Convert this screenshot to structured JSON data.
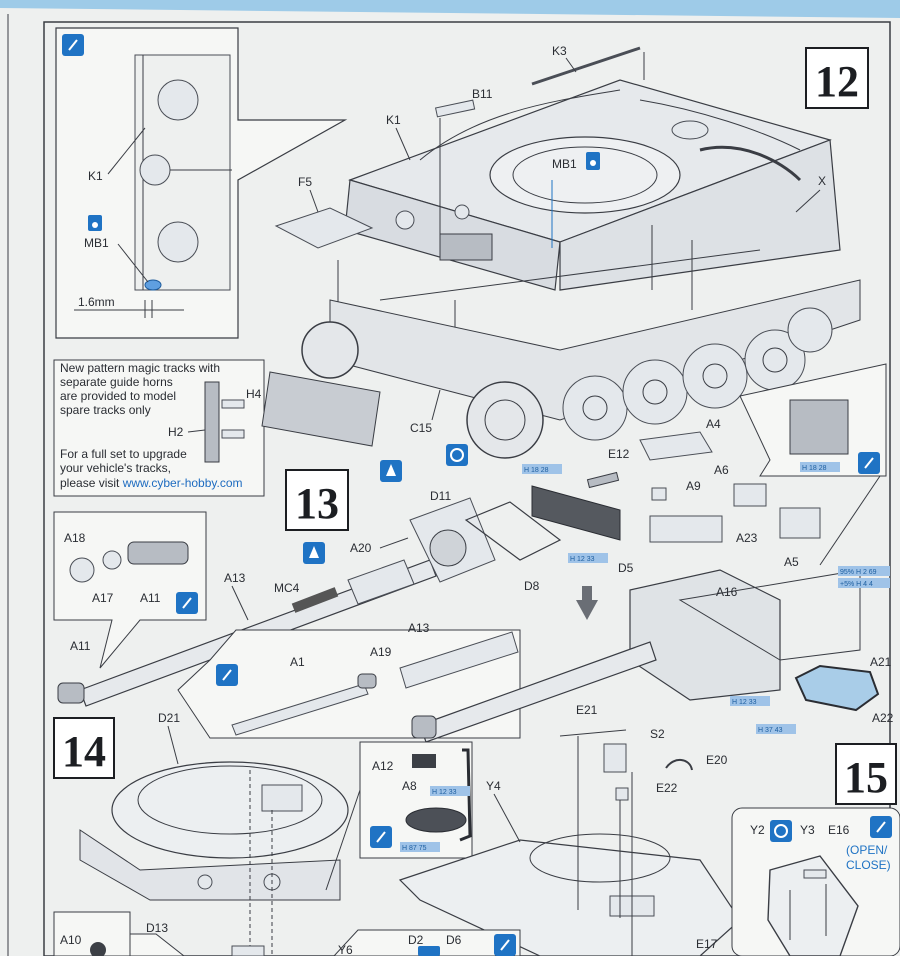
{
  "steps": {
    "s12": "12",
    "s13": "13",
    "s14": "14",
    "s15": "15"
  },
  "detail_12": {
    "k1": "K1",
    "mb1": "MB1",
    "dim": "1.6mm"
  },
  "labels_12": {
    "k3": "K3",
    "b11": "B11",
    "k1": "K1",
    "mb1": "MB1",
    "f5": "F5",
    "x": "X",
    "c15": "C15"
  },
  "tracks_note": {
    "line1": "New pattern magic tracks with",
    "line2": "separate guide horns",
    "line3": "are provided to model",
    "line4": "spare tracks only",
    "line5": "For a full set to upgrade",
    "line6": "your vehicle's tracks,",
    "line7_pre": "please visit ",
    "link": "www.cyber-hobby.com",
    "h2": "H2",
    "h4": "H4"
  },
  "labels_13": {
    "a4": "A4",
    "e12": "E12",
    "a9": "A9",
    "a6": "A6",
    "d11": "D11",
    "a23": "A23",
    "a5": "A5",
    "d5": "D5",
    "d8": "D8",
    "a20": "A20",
    "a18": "A18",
    "a17": "A17",
    "a11": "A11",
    "a13": "A13",
    "mc4": "MC4",
    "a16": "A16",
    "a21": "A21",
    "a22": "A22",
    "a11b": "A11",
    "a1": "A1",
    "a19": "A19",
    "a13b": "A13"
  },
  "paint_codes": {
    "h18_28": "H 18 28",
    "h12_33a": "H 12 33",
    "h18_28b": "H 18 28",
    "mix_95": "95% H 2 69",
    "mix_5": "+5% H 4 4",
    "h12_33b": "H 12 33",
    "h37_43": "H 37 43",
    "h12_33c": "H 12 33",
    "h87_75": "H 87 75"
  },
  "labels_14": {
    "d21": "D21",
    "a12": "A12",
    "a8": "A8",
    "e21": "E21",
    "s2": "S2",
    "e20": "E20",
    "e22": "E22",
    "y4": "Y4",
    "a10": "A10",
    "d13": "D13",
    "y6": "Y6",
    "d2": "D2",
    "d6": "D6",
    "e17": "E17"
  },
  "labels_15": {
    "y2": "Y2",
    "y3": "Y3",
    "e16": "E16",
    "open": "(OPEN/",
    "close": "CLOSE)"
  },
  "colors": {
    "paper": "#f1f2f0",
    "ink": "#2a2d33",
    "accent_blue": "#1f73c4",
    "light_blue": "#9fc3e8"
  }
}
